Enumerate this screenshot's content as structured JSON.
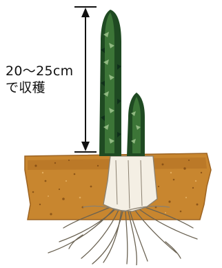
{
  "annotation": {
    "height_text": "20〜25cm",
    "harvest_text": "で収穫"
  },
  "colors": {
    "spear_dark": "#1f4a22",
    "spear_mid": "#3f7a3a",
    "spear_light": "#9fc58f",
    "soil": "#c8862f",
    "soil_dark": "#8a5518",
    "crown": "#f4efe4",
    "root": "#6a6252",
    "measure_line": "#111111"
  },
  "icons": [
    "asparagus-spear-tall",
    "asparagus-spear-short",
    "soil",
    "crown",
    "roots",
    "height-arrow"
  ]
}
